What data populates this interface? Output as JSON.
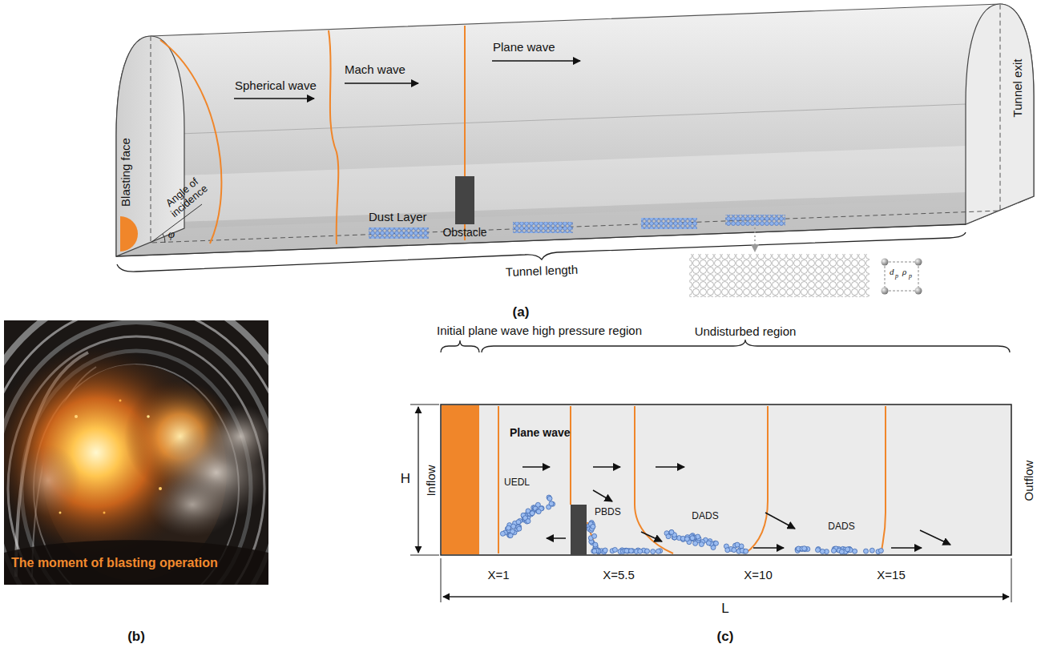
{
  "diagram": {
    "nodes": [
      {
        "text": [
          "Dust Layer"
        ]
      },
      {
        "text": [
          "Obstacle"
        ]
      }
    ],
    "labels": [
      "Blasting face",
      "Spherical wave",
      "Mach wave",
      "Plane wave",
      "Angle of incidence",
      "φ",
      "Tunnel length",
      "Tunnel exit",
      "d",
      "p",
      "ρ",
      "p",
      "(a)",
      "The moment of blasting operation",
      "(b)",
      "Initial plane wave high pressure region",
      "Undisturbed region",
      "Plane wave",
      "H",
      "Inflow",
      "Outflow",
      "UEDL",
      "PBDS",
      "DADS",
      "DADS",
      "X=1",
      "X=5.5",
      "X=10",
      "X=15",
      "L",
      "(c)"
    ]
  }
}
